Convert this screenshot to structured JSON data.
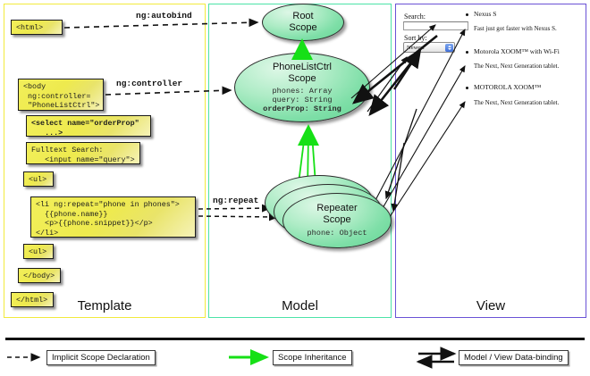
{
  "columns": [
    {
      "key": "template",
      "label": "Template",
      "border": "#f2ea3c"
    },
    {
      "key": "model",
      "label": "Model",
      "border": "#4ce3a8"
    },
    {
      "key": "view",
      "label": "View",
      "border": "#6a52d6"
    }
  ],
  "template": {
    "boxes": [
      {
        "name": "html-open-tag",
        "text": "<html>",
        "bold": false
      },
      {
        "name": "body-controller-tag",
        "text": "<body\n ng:controller=\n \"PhoneListCtrl\">",
        "bold": false
      },
      {
        "name": "select-orderprop-tag",
        "text": "<select name=\"orderProp\"\n   ...>",
        "bold": true
      },
      {
        "name": "fulltext-search-input",
        "text": "Fulltext Search:\n   <input name=\"query\">",
        "bold": false
      },
      {
        "name": "ul-open-tag",
        "text": "<ul>",
        "bold": false
      },
      {
        "name": "li-ngrepeat-tag",
        "text": "<li ng:repeat=\"phone in phones\">\n  {{phone.name}}\n  <p>{{phone.snippet}}</p>\n</li>",
        "bold": false
      },
      {
        "name": "ul-close-tag",
        "text": "<ul>",
        "bold": false
      },
      {
        "name": "body-close-tag",
        "text": "</body>",
        "bold": false
      },
      {
        "name": "html-close-tag",
        "text": "</html>",
        "bold": false
      }
    ]
  },
  "model": {
    "scopes": [
      {
        "name": "root-scope",
        "title": "Root\nScope",
        "props": ""
      },
      {
        "name": "phonelistctrl-scope",
        "title": "PhoneListCtrl\nScope",
        "props_plain": "phones: Array\nquery: String",
        "props_bold": "orderProp: String"
      },
      {
        "name": "repeater-scope",
        "title": "Repeater\nScope",
        "props": "phone: Object"
      }
    ]
  },
  "view": {
    "search_label": "Search:",
    "search_value": "",
    "search_placeholder": "",
    "sort_label": "Sort by:",
    "sort_selected": "Newest",
    "sort_options": [
      "Newest"
    ],
    "phones": [
      {
        "title": "Nexus S",
        "desc": "Fast just got faster with Nexus S."
      },
      {
        "title": "Motorola XOOM™ with Wi-Fi",
        "desc": "The Next, Next Generation tablet."
      },
      {
        "title": "MOTOROLA XOOM™",
        "desc": "The Next, Next Generation tablet."
      }
    ]
  },
  "edges": [
    {
      "name": "ng-autobind-label",
      "text": "ng:autobind"
    },
    {
      "name": "ng-controller-label",
      "text": "ng:controller"
    },
    {
      "name": "ng-repeat-label",
      "text": "ng:repeat"
    }
  ],
  "legend": {
    "items": [
      {
        "name": "legend-implicit-scope-declaration",
        "label": "Implicit Scope Declaration",
        "style": "dashed",
        "color": "#111111"
      },
      {
        "name": "legend-scope-inheritance",
        "label": "Scope Inheritance",
        "style": "solid-green",
        "color": "#16e016"
      },
      {
        "name": "legend-model-view-databinding",
        "label": "Model / View Data-binding",
        "style": "double",
        "color": "#111111"
      }
    ]
  }
}
